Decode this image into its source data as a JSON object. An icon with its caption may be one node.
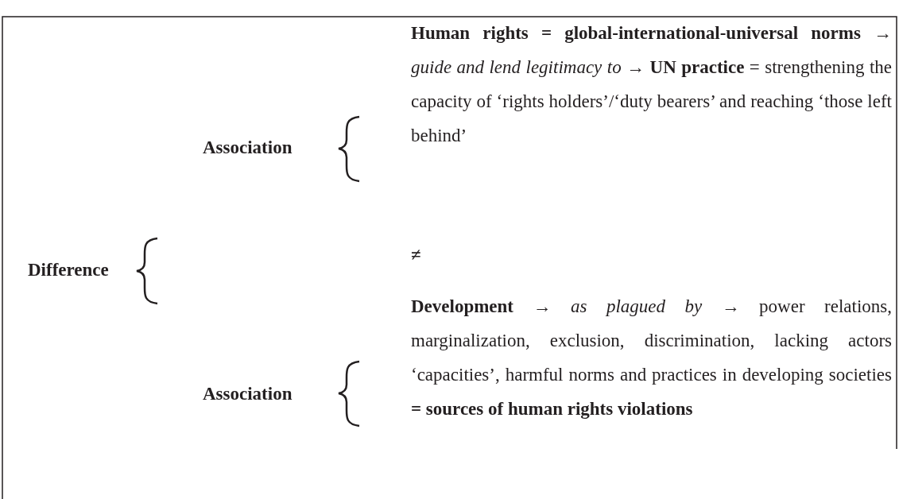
{
  "diagram": {
    "labels": [
      "Difference",
      "Association",
      "**Human rights = global-international-universal norms** → *guide and lend legitimacy to* → **UN practice** = strengthening the capacity of ‘rights holders’/‘duty bearers’ and reaching ‘those left behind’",
      "≠",
      "Association",
      "**Development** → *as plagued by* → power relations, marginalization, exclusion, discrimination, lacking actors ‘capacities’, harmful norms and practices in developing societies **= sources of human rights violations**"
    ]
  }
}
